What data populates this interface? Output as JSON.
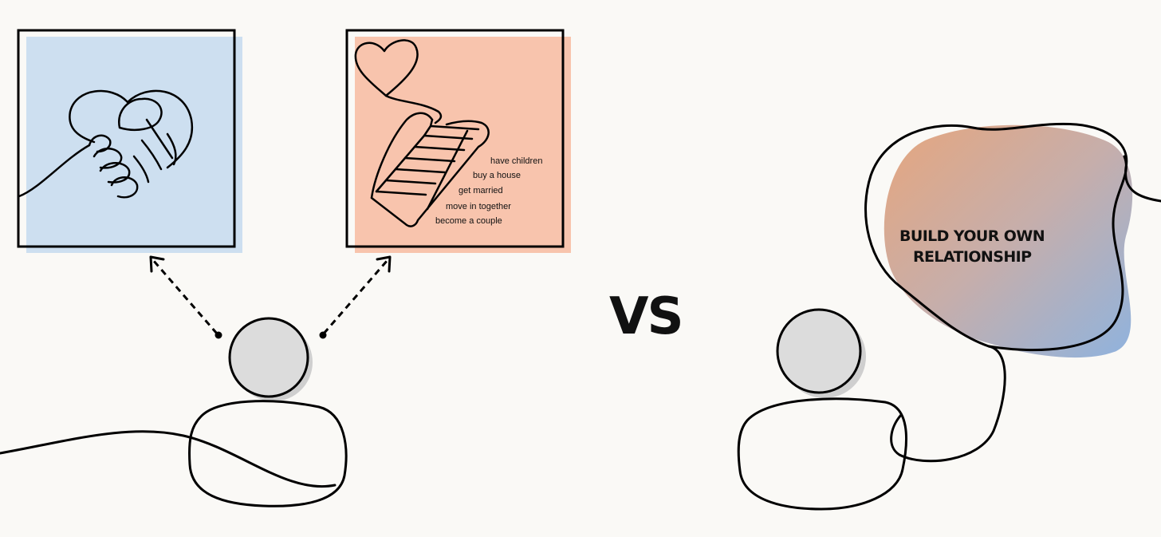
{
  "colors": {
    "background": "#faf9f6",
    "panel_blue": "#cddff0",
    "panel_peach": "#f8c4ad",
    "head_fill": "#dcdcdc",
    "head_shadow": "#cfcfcf",
    "blob_orange": "#e6a67e",
    "blob_blue": "#8fb3de",
    "ink": "#000000"
  },
  "left_panel": {
    "icon": "handshake-heart-icon"
  },
  "right_panel": {
    "icon": "heart-balloon-staircase-icon",
    "steps": [
      "have children",
      "buy a house",
      "get married",
      "move in together",
      "become a couple"
    ]
  },
  "center_label": "VS",
  "blob_label": {
    "line1": "BUILD YOUR OWN",
    "line2": "RELATIONSHIP"
  }
}
